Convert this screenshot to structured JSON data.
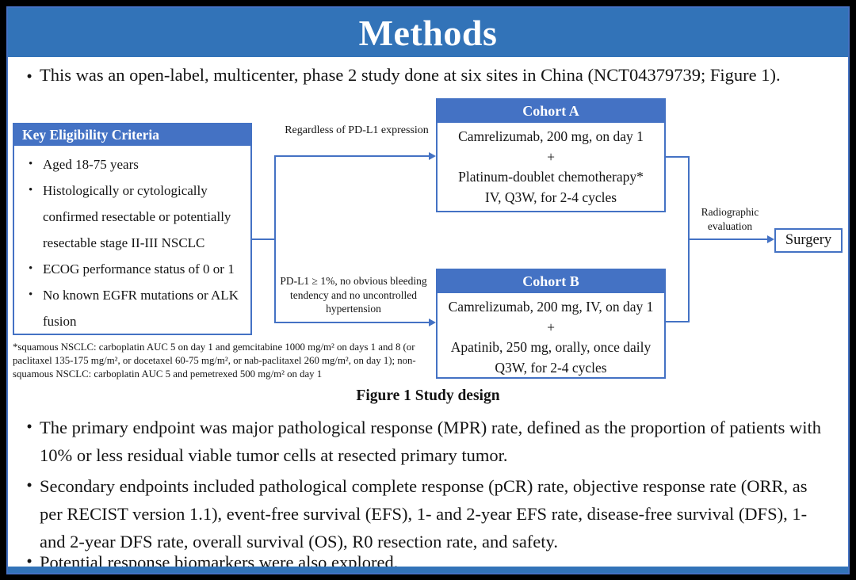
{
  "slide": {
    "title": "Methods",
    "bullet_glyph": "•",
    "intro_bullet": "This was an open-label, multicenter, phase 2 study done at six sites in China (NCT04379739; Figure 1).",
    "figure": {
      "eligibility": {
        "header": "Key Eligibility Criteria",
        "items": [
          "Aged 18-75 years",
          "Histologically or cytologically confirmed resectable or potentially resectable stage II-III NSCLC",
          "ECOG performance status of 0 or 1",
          "No known EGFR mutations or ALK fusion"
        ]
      },
      "arrow_labels": {
        "to_cohort_a": "Regardless of PD-L1 expression",
        "to_cohort_b": "PD-L1 ≥ 1%, no obvious bleeding tendency and no uncontrolled hypertension",
        "to_surgery": "Radiographic evaluation"
      },
      "cohort_a": {
        "header": "Cohort A",
        "lines": [
          "Camrelizumab, 200 mg, on day 1",
          "+",
          "Platinum-doublet chemotherapy*",
          "IV, Q3W, for 2-4 cycles"
        ]
      },
      "cohort_b": {
        "header": "Cohort B",
        "lines": [
          "Camrelizumab, 200 mg, IV, on day 1",
          "+",
          "Apatinib, 250 mg, orally, once daily",
          "Q3W, for 2-4 cycles"
        ]
      },
      "surgery_label": "Surgery",
      "footnote": "*squamous NSCLC: carboplatin AUC 5 on day 1 and gemcitabine 1000 mg/m² on days 1 and 8 (or paclitaxel 135-175 mg/m², or docetaxel 60-75 mg/m², or nab-paclitaxel 260 mg/m², on day 1); non-squamous NSCLC: carboplatin AUC 5 and pemetrexed 500 mg/m² on day 1",
      "caption": "Figure 1 Study design"
    },
    "bullets": [
      "The primary endpoint was major pathological response (MPR) rate, defined as the proportion of patients with 10% or less residual viable tumor cells at resected primary tumor.",
      "Secondary endpoints included pathological complete response (pCR) rate, objective response rate (ORR, as per RECIST version 1.1), event-free survival (EFS), 1- and 2-year EFS rate, disease-free survival (DFS), 1- and 2-year DFS rate, overall survival (OS), R0 resection rate, and safety.",
      "Potential response biomarkers were also explored."
    ],
    "colors": {
      "banner_blue": "#3273b8",
      "box_header_blue": "#4472c4",
      "line_blue": "#4472c4"
    }
  }
}
